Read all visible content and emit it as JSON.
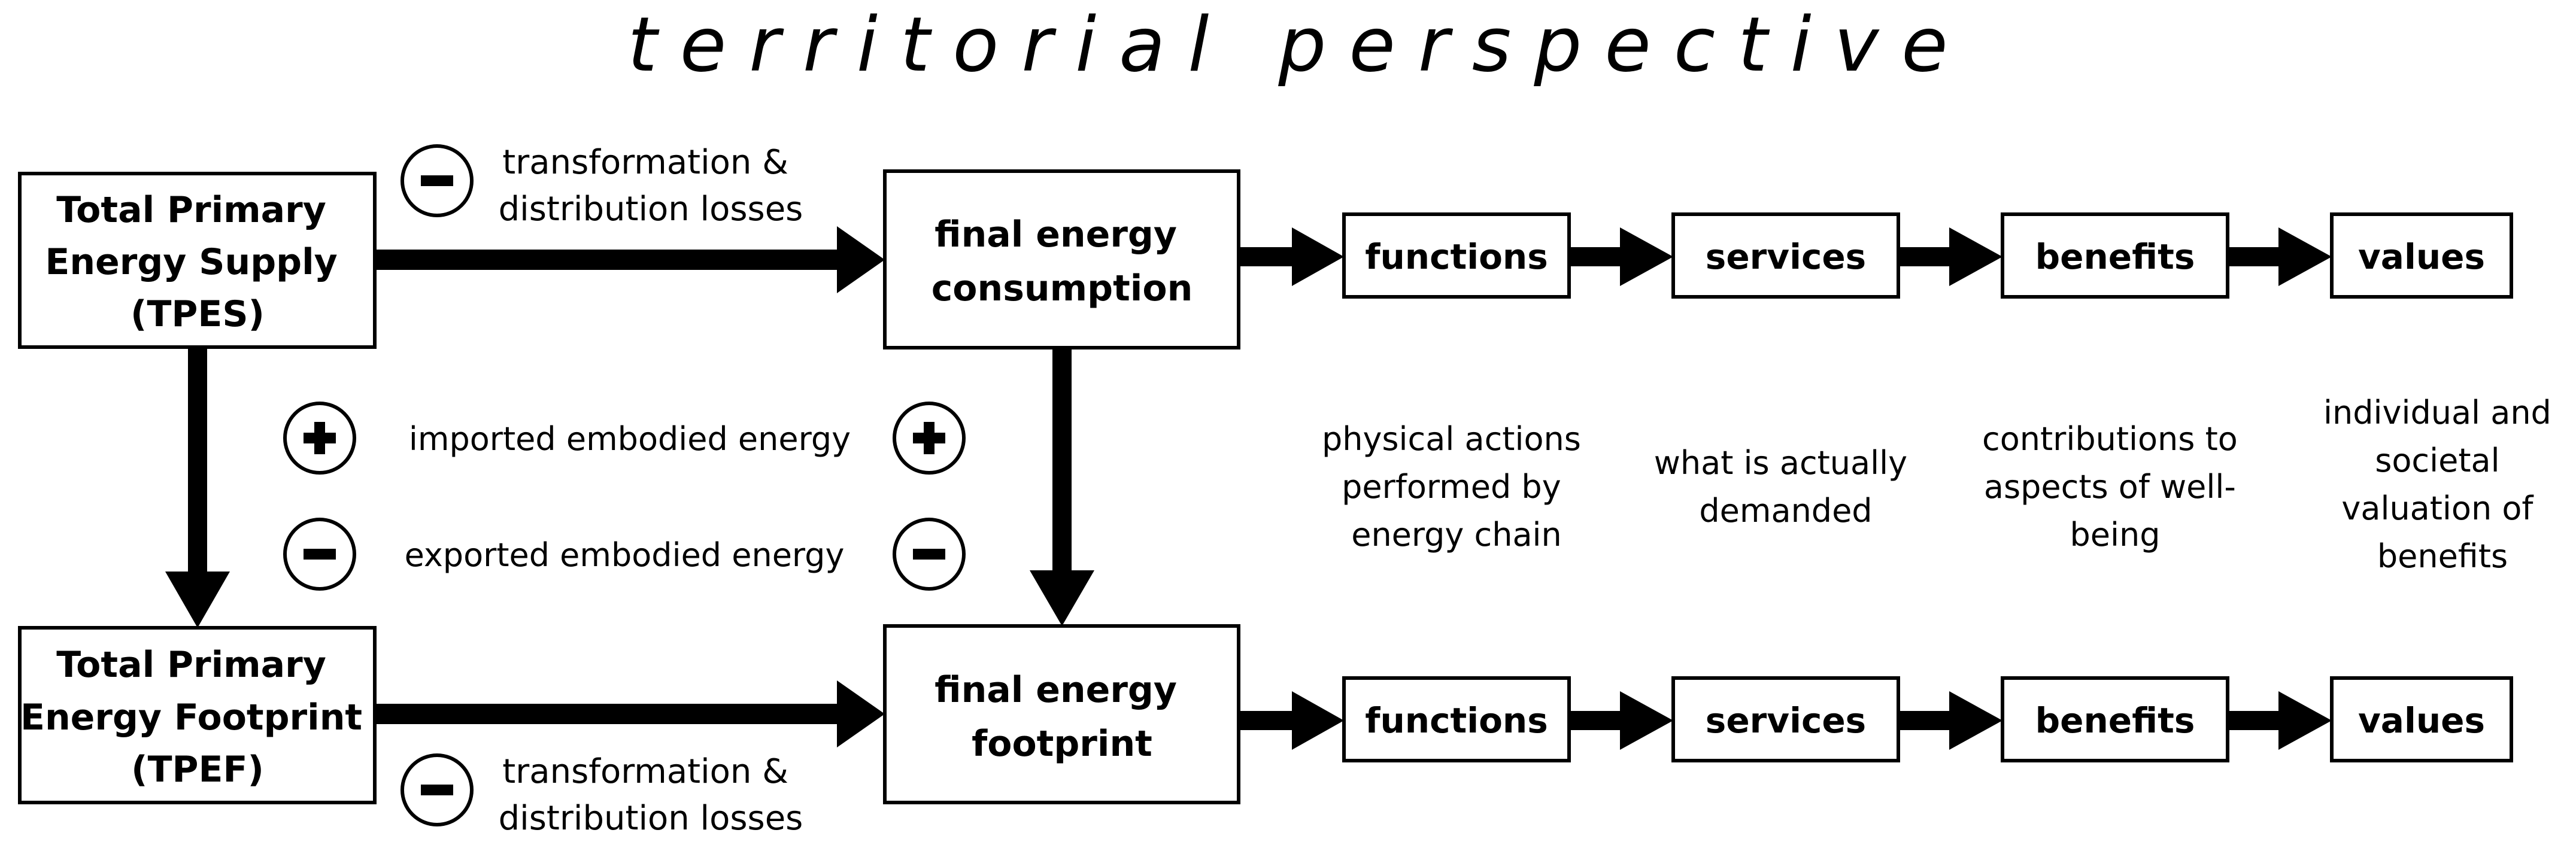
{
  "title": "territorial perspective",
  "boxes": {
    "tpes": [
      "Total Primary",
      "Energy Supply",
      "(TPES)"
    ],
    "tpef": [
      "Total Primary",
      "Energy Footprint",
      "(TPEF)"
    ],
    "fec": [
      "final energy",
      "consumption"
    ],
    "fef": [
      "final energy",
      "footprint"
    ]
  },
  "chain": [
    "functions",
    "services",
    "benefits",
    "values"
  ],
  "losses": [
    "transformation &",
    "distribution losses"
  ],
  "imported": "imported embodied energy",
  "exported": "exported embodied energy",
  "descriptions": {
    "functions": [
      "physical actions",
      "performed by",
      "energy chain"
    ],
    "services": [
      "what is actually",
      "demanded"
    ],
    "benefits": [
      "contributions to",
      "aspects of well-",
      "being"
    ],
    "values": [
      "individual and",
      "societal",
      "valuation of",
      "benefits"
    ]
  },
  "colors": {
    "ink": "#000000",
    "background": "#ffffff"
  }
}
